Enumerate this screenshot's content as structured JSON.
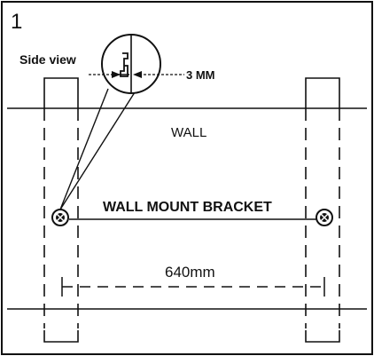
{
  "step_number": "1",
  "view_label": "Side view",
  "gap_label": "3 MM",
  "wall_label": "WALL",
  "bracket_label": "WALL MOUNT BRACKET",
  "spacing_label": "640mm",
  "colors": {
    "ink": "#111111",
    "background": "#ffffff"
  },
  "icons": [
    "screw-head-icon",
    "screw-head-icon",
    "magnifier-circle-icon"
  ]
}
